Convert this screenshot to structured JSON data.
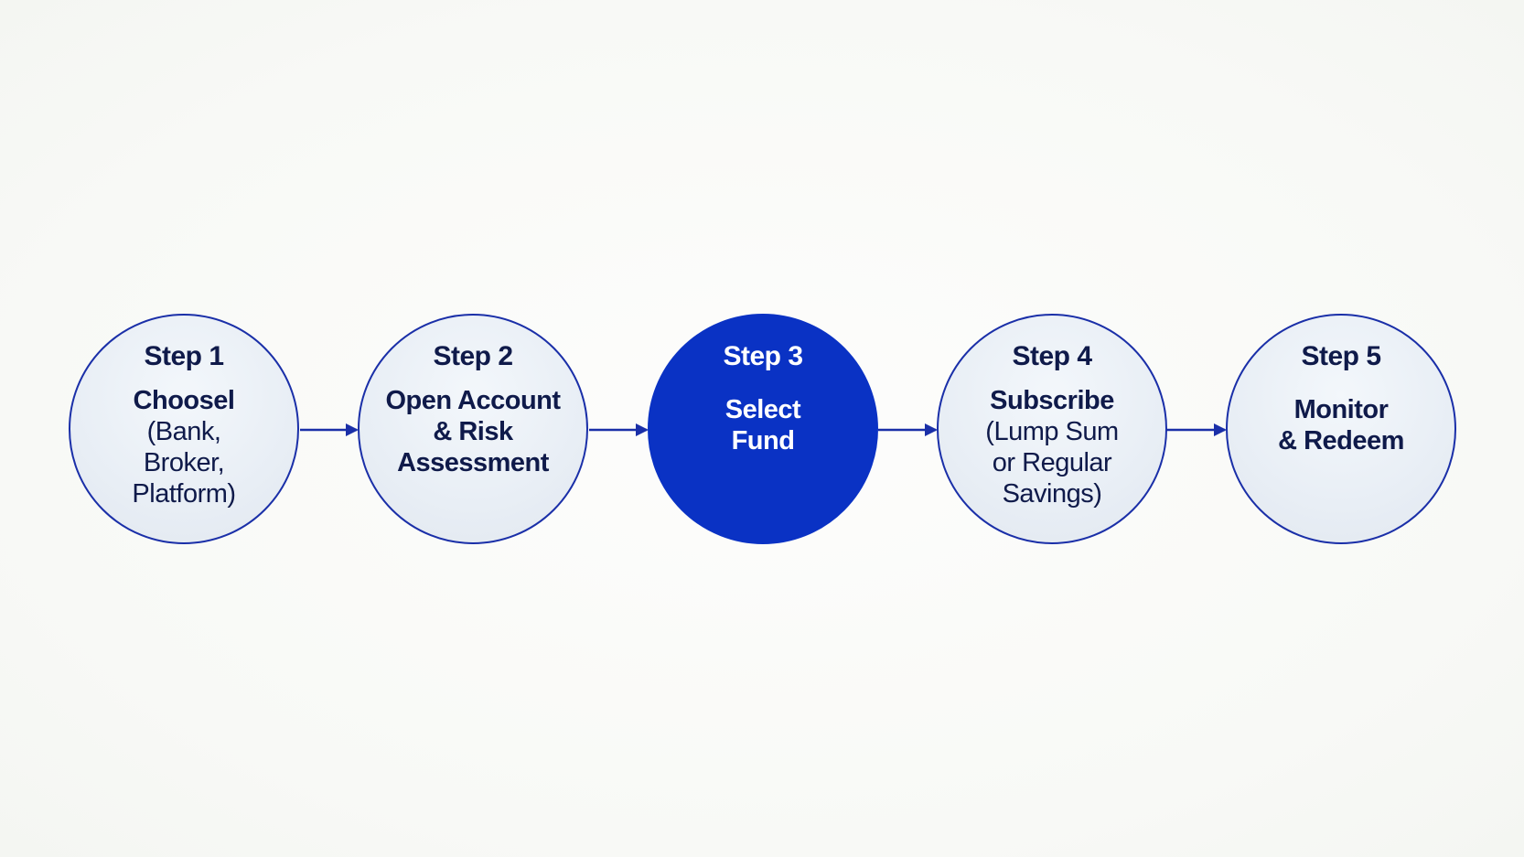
{
  "steps": [
    {
      "title": "Step 1",
      "body_strong": "Choosel",
      "body_lines": [
        "(Bank,",
        "Broker,",
        "Platform)"
      ]
    },
    {
      "title": "Step 2",
      "body_strong": "",
      "body_lines": [
        "Open Account",
        "& Risk",
        "Assessment"
      ]
    },
    {
      "title": "Step 3",
      "body_strong": "",
      "body_lines": [
        "Select",
        "Fund"
      ]
    },
    {
      "title": "Step 4",
      "body_strong": "Subscribe",
      "body_lines": [
        "(Lump Sum",
        "or Regular",
        "Savings)"
      ]
    },
    {
      "title": "Step 5",
      "body_strong": "",
      "body_lines": [
        "Monitor",
        "& Redeem"
      ]
    }
  ],
  "colors": {
    "accent": "#0a32c4",
    "outline": "#1a2fa8",
    "text": "#0f1a4a",
    "circle_fill": "#e8eef5"
  }
}
